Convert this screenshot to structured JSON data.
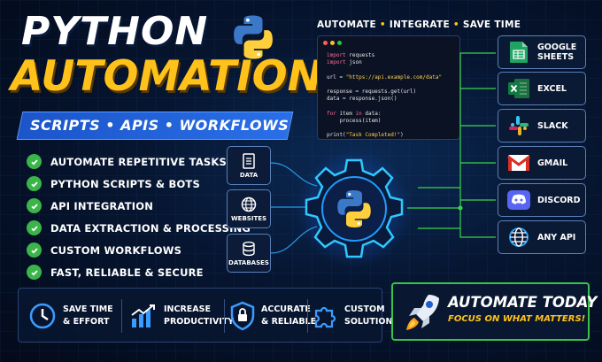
{
  "title": {
    "line1": "PYTHON",
    "line2": "AUTOMATION"
  },
  "subtitle": "SCRIPTS • APIS • WORKFLOWS",
  "features": [
    "AUTOMATE REPETITIVE TASKS",
    "PYTHON SCRIPTS & BOTS",
    "API INTEGRATION",
    "DATA EXTRACTION & PROCESSING",
    "CUSTOM WORKFLOWS",
    "FAST, RELIABLE & SECURE"
  ],
  "tagline": {
    "a": "AUTOMATE",
    "b": "INTEGRATE",
    "c": "SAVE TIME",
    "sep": " • "
  },
  "code": {
    "l1kw": "import",
    "l1": " requests",
    "l2kw": "import",
    "l2": " json",
    "l3a": "url = ",
    "l3s": "\"https://api.example.com/data\"",
    "l4": "response = requests.get(url)",
    "l5": "data = response.json()",
    "l6kw": "for",
    "l6a": " item ",
    "l6kw2": "in",
    "l6b": " data:",
    "l7": "    process(item)",
    "l8a": "print(",
    "l8s": "\"Task Completed!\"",
    "l8b": ")"
  },
  "sources": [
    "DATA",
    "WEBSITES",
    "DATABASES"
  ],
  "apps": [
    {
      "label1": "GOOGLE",
      "label2": "SHEETS",
      "icon": "google-sheets-icon"
    },
    {
      "label1": "EXCEL",
      "label2": "",
      "icon": "excel-icon"
    },
    {
      "label1": "SLACK",
      "label2": "",
      "icon": "slack-icon"
    },
    {
      "label1": "GMAIL",
      "label2": "",
      "icon": "gmail-icon"
    },
    {
      "label1": "DISCORD",
      "label2": "",
      "icon": "discord-icon"
    },
    {
      "label1": "ANY API",
      "label2": "",
      "icon": "globe-icon"
    }
  ],
  "benefits": [
    {
      "l1": "SAVE TIME",
      "l2": "& EFFORT",
      "icon": "clock-icon"
    },
    {
      "l1": "INCREASE",
      "l2": "PRODUCTIVITY",
      "icon": "chart-icon"
    },
    {
      "l1": "ACCURATE",
      "l2": "& RELIABLE",
      "icon": "shield-lock-icon"
    },
    {
      "l1": "CUSTOM",
      "l2": "SOLUTIONS",
      "icon": "puzzle-icon"
    }
  ],
  "cta": {
    "title": "AUTOMATE TODAY",
    "sub": "FOCUS ON WHAT MATTERS!",
    "icon": "rocket-icon"
  },
  "colors": {
    "accent_yellow": "#ffc21a",
    "accent_blue": "#2a6fe8",
    "accent_green": "#3bb54a",
    "glow_cyan": "#27c6ff"
  }
}
